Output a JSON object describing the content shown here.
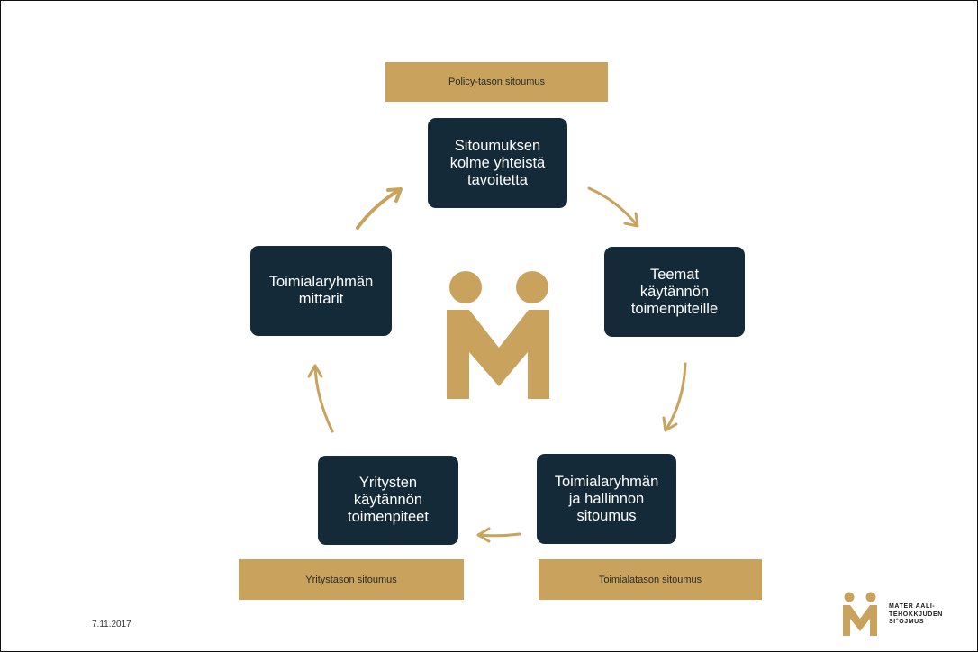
{
  "tags": {
    "policy": "Policy-tason sitoumus",
    "company": "Yritystason sitoumus",
    "industry": "Toimialatason sitoumus"
  },
  "boxes": {
    "goals": "Sitoumuksen\nkolme yhteistä\ntavoitetta",
    "themes": "Teemat\nkäytännön\ntoimenpiteille",
    "industry_commitment": "Toimialaryhmän\nja hallinnon\nsitoumus",
    "company_actions": "Yritysten\nkäytännön\ntoimenpiteet",
    "metrics": "Toimialaryhmän\nmittarit"
  },
  "footer": {
    "date": "7.11.2017",
    "logo_text": "MATER AALI-\nTEHOKKJUDEN\nSI°OJMUS"
  },
  "colors": {
    "gold": "#c9a35e",
    "navy": "#152a38"
  }
}
